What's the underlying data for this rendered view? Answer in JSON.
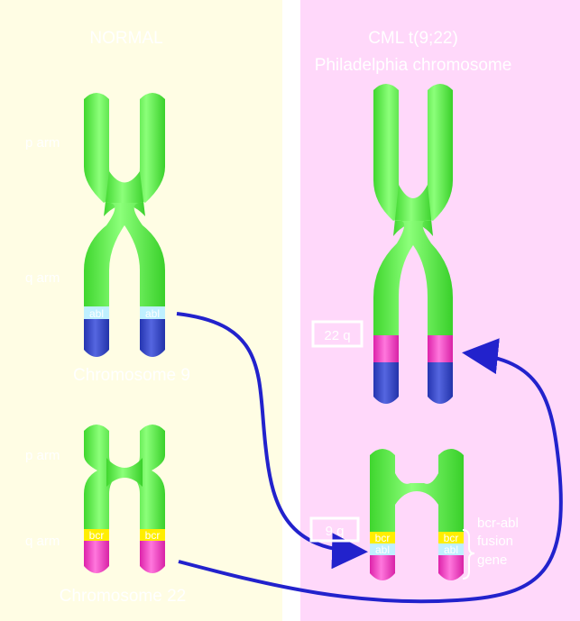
{
  "colors": {
    "normal_bg": "#FFFDE4",
    "cml_bg": "#FFD8FA",
    "chromatid": "#55EE44",
    "chromosome_9_q_end": "#3344CC",
    "chromosome_22_q_end": "#EE33BB",
    "abl_band": "#BFF0FF",
    "bcr_band": "#FFEE00",
    "arrow": "#2222CC",
    "label_text": "#FFFFFF"
  },
  "normal_panel": {
    "title": "NORMAL",
    "chromosome_9": {
      "p_label": "p arm",
      "q_label": "q arm",
      "band_labels": [
        "abl",
        "abl"
      ],
      "name": "Chromosome 9"
    },
    "chromosome_22": {
      "p_label": "p arm",
      "q_label": "q arm",
      "band_labels": [
        "bcr",
        "bcr"
      ],
      "name": "Chromosome 22"
    }
  },
  "cml_panel": {
    "title": "CML t(9;22)",
    "subtitle": "Philadelphia chromosome",
    "translocated_label_9": "22 q",
    "translocated_label_22": "9 q",
    "fusion_bcr": [
      "bcr",
      "bcr"
    ],
    "fusion_abl": [
      "abl",
      "abl"
    ],
    "fusion_gene_lines": [
      "bcr-abl",
      "fusion",
      "gene"
    ]
  }
}
